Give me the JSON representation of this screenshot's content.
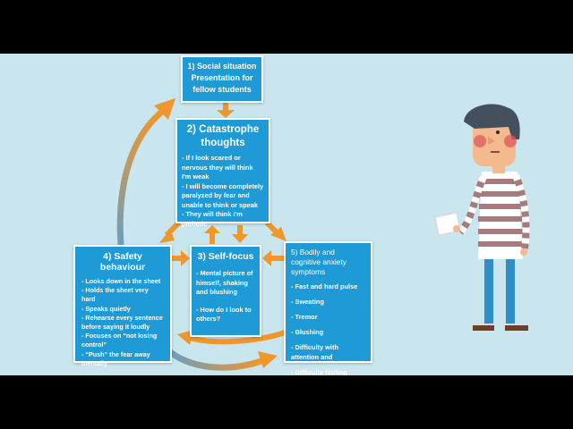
{
  "diagram": {
    "box1": {
      "title": "1) Social situation",
      "subtitle": "Presentation for fellow students"
    },
    "box2": {
      "title": "2) Catastrophe thoughts",
      "items": [
        "- If I look scared or nervous they will think I'm weak",
        "- I will become completely paralyzed by fear and unable to think or speak",
        "- They will think I'm pathetic"
      ]
    },
    "box3": {
      "title": "3) Self-focus",
      "items": [
        "- Mental picture of himself, shaking and blushing",
        "- How do I look to others?"
      ]
    },
    "box4": {
      "title": "4) Safety behaviour",
      "items": [
        "- Looks down in the sheet",
        "- Holds the sheet very hard",
        "- Speaks quietly",
        "- Rehearse every sentence before saying it loudly",
        "- Focuses on “not losing control”",
        "- “Push” the fear away mentally"
      ]
    },
    "box5": {
      "title": "5) Bodily and cognitive anxiety symptoms",
      "items": [
        "- Fast and hard pulse",
        "- Sweating",
        "- Tremor",
        "- Blushing",
        "- Difficulty with attention and",
        "- Difficulty finding words"
      ]
    }
  },
  "colors": {
    "background": "#c9e6ee",
    "box": "#1e9bd7",
    "arrow_orange": "#f0972b",
    "arrow_blue": "#6a9ec0"
  }
}
